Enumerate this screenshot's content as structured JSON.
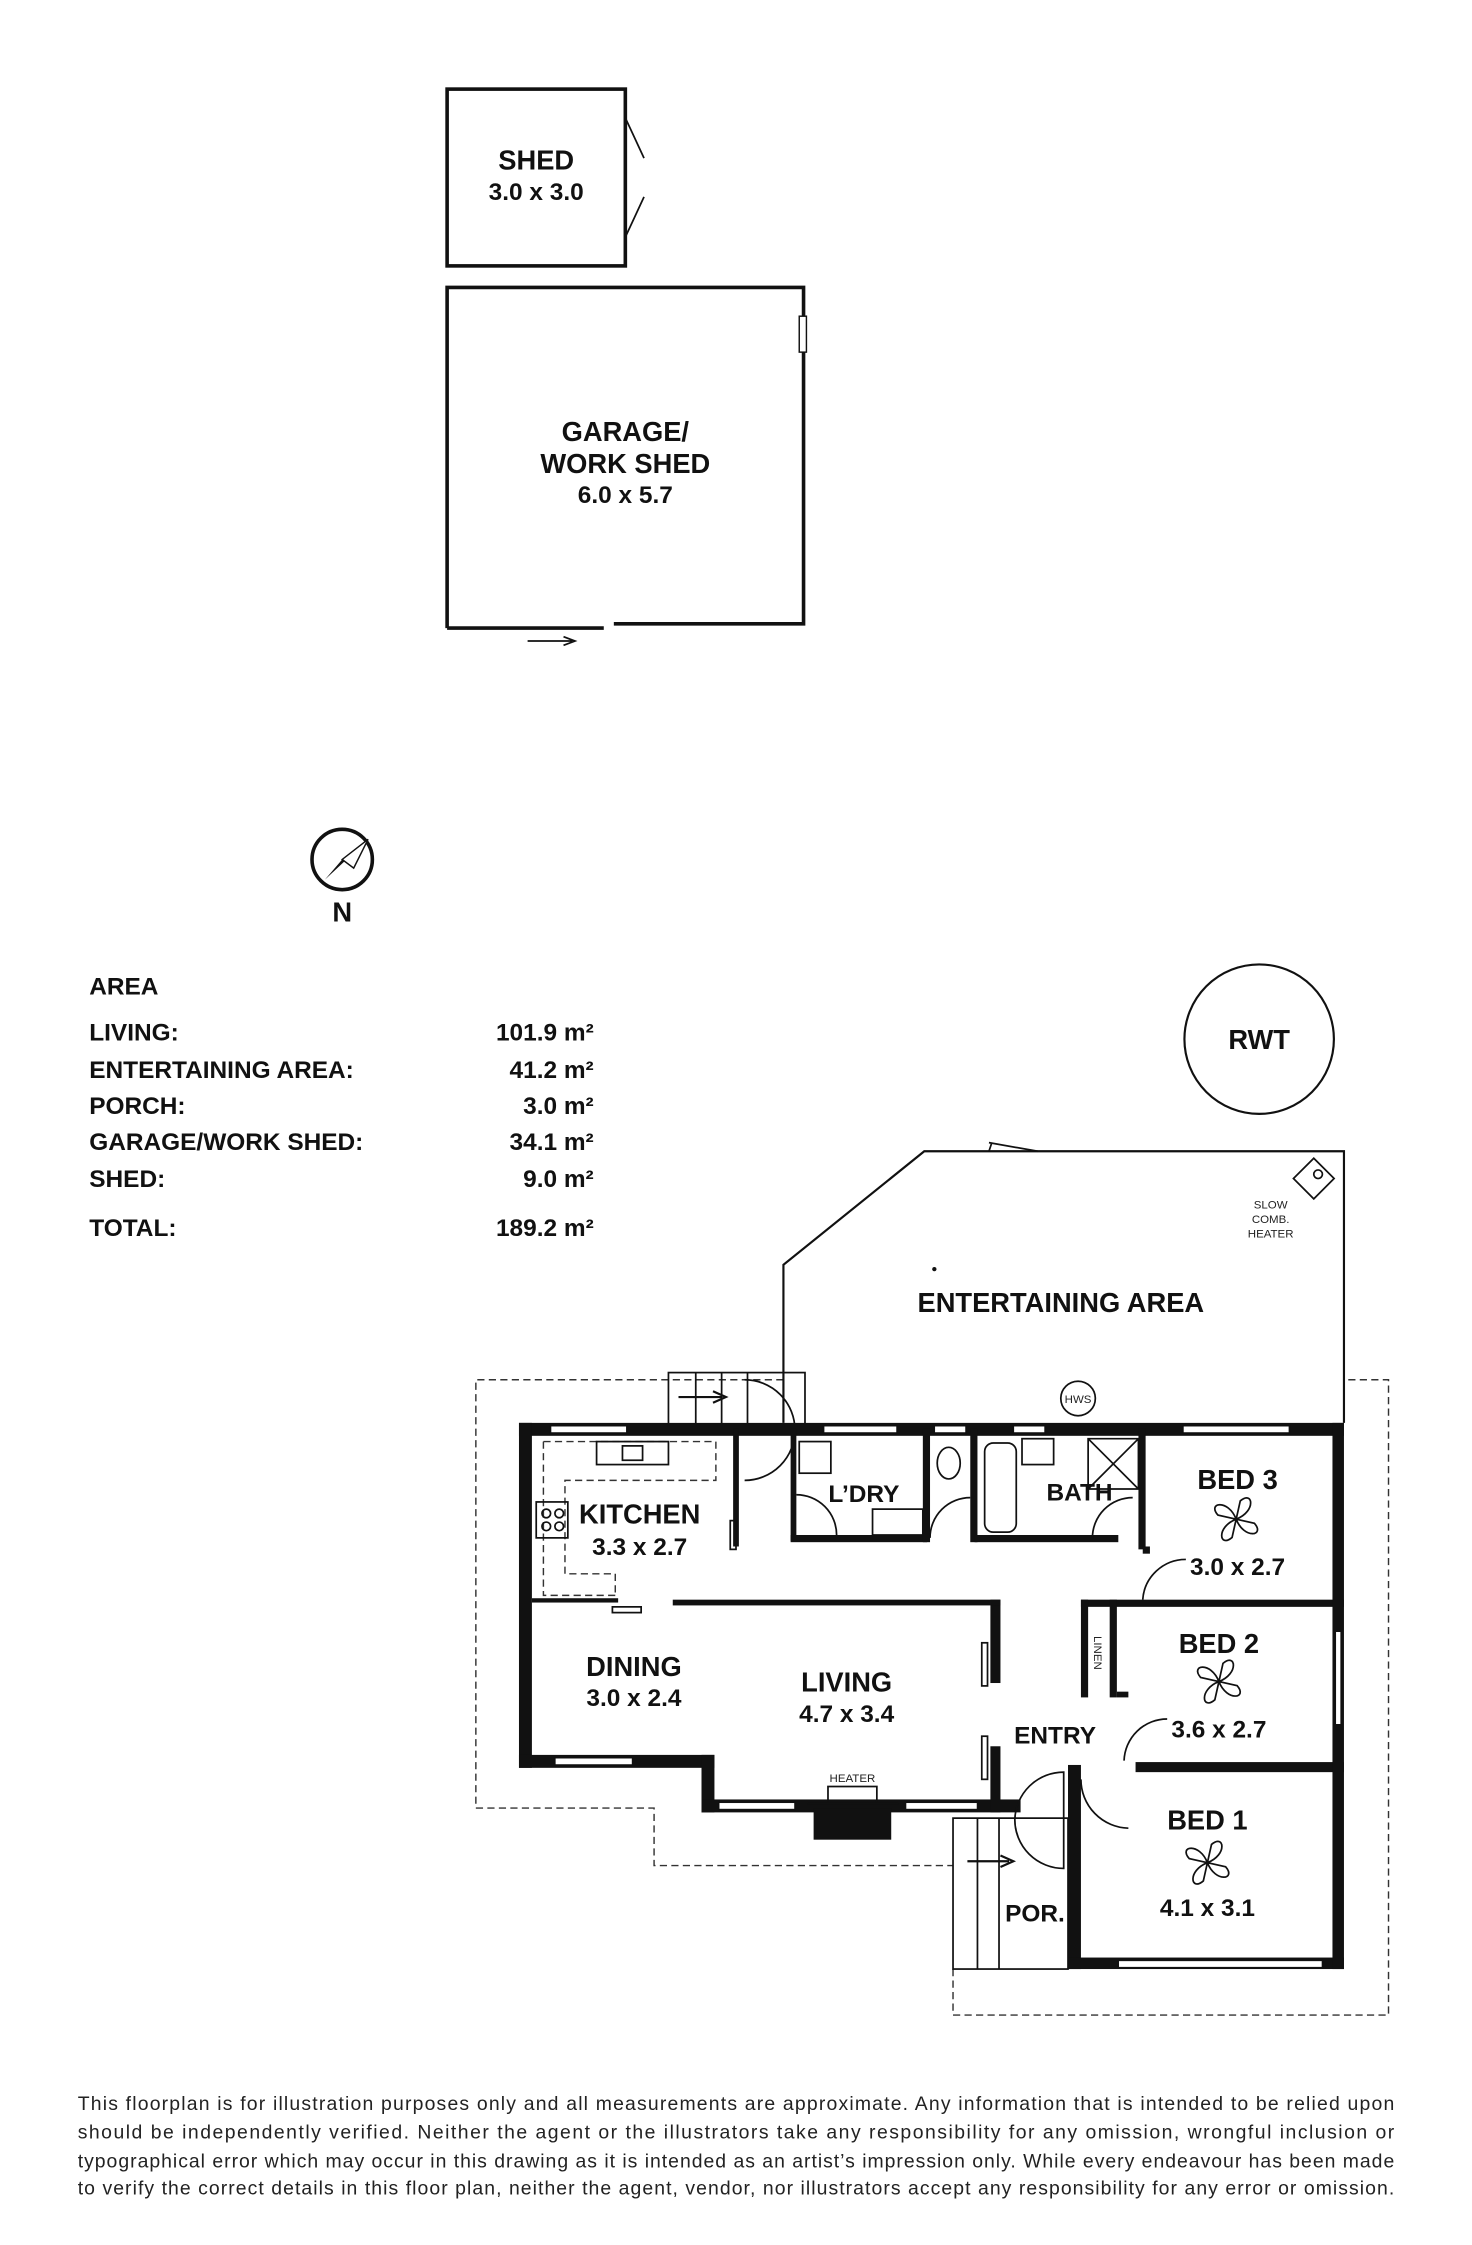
{
  "outbuildings": {
    "shed": {
      "name": "SHED",
      "dims": "3.0 x 3.0"
    },
    "garage": {
      "name_line1": "GARAGE/",
      "name_line2": "WORK SHED",
      "dims": "6.0 x 5.7"
    }
  },
  "compass": {
    "label": "N"
  },
  "area_table": {
    "title": "AREA",
    "rows": [
      {
        "label": "LIVING:",
        "value": "101.9 m²"
      },
      {
        "label": "ENTERTAINING AREA:",
        "value": "41.2 m²"
      },
      {
        "label": "PORCH:",
        "value": "3.0 m²"
      },
      {
        "label": "GARAGE/WORK SHED:",
        "value": "34.1 m²"
      },
      {
        "label": "SHED:",
        "value": "9.0 m²"
      }
    ],
    "total": {
      "label": "TOTAL:",
      "value": "189.2 m²"
    }
  },
  "rwt": "RWT",
  "rooms": {
    "entertaining": "ENTERTAINING AREA",
    "slow_heater": [
      "SLOW",
      "COMB.",
      "HEATER"
    ],
    "hws": "HWS",
    "kitchen": {
      "name": "KITCHEN",
      "dims": "3.3 x 2.7"
    },
    "laundry": {
      "name": "L’DRY"
    },
    "bath": {
      "name": "BATH"
    },
    "bed3": {
      "name": "BED 3",
      "dims": "3.0 x 2.7"
    },
    "bed2": {
      "name": "BED 2",
      "dims": "3.6 x 2.7"
    },
    "bed1": {
      "name": "BED 1",
      "dims": "4.1 x 3.1"
    },
    "linen": "LINEN",
    "dining": {
      "name": "DINING",
      "dims": "3.0 x 2.4"
    },
    "living": {
      "name": "LIVING",
      "dims": "4.7 x 3.4"
    },
    "entry": "ENTRY",
    "porch": "POR.",
    "heater": "HEATER"
  },
  "disclaimer": [
    "This floorplan is for illustration purposes only and all measurements are approximate. Any information that is intended to be relied upon",
    "should be independently verified. Neither the agent or the illustrators take any responsibility for any omission, wrongful inclusion or",
    "typographical error which may occur in this drawing as it is intended as an artist’s impression only. While every endeavour has been made",
    "to verify the correct details in this floor plan, neither the agent, vendor, nor illustrators accept any responsibility for any error or omission."
  ]
}
